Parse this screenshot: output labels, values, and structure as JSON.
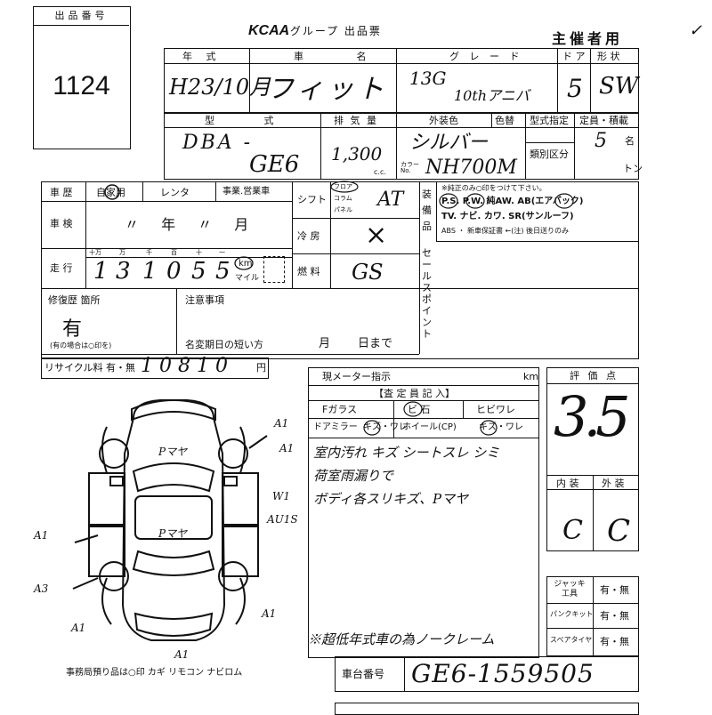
{
  "header": {
    "lot_label": "出品番号",
    "lot_number": "1124",
    "org": "KCAA",
    "org_suffix": ".グループ 出品票",
    "host": "主催者用",
    "corner_mark": "✓"
  },
  "row1": {
    "year_h": "年 式",
    "name_h": "車 名",
    "grade_h": "グ レ ー ド",
    "doors_h": "ド ア",
    "shape_h": "形 状",
    "year_val": "H23/10月",
    "name_val": "フィット",
    "grade_val1": "13G",
    "grade_val2": "10thアニバ",
    "doors_val": "5",
    "shape_val": "SW"
  },
  "row2": {
    "model_h": "型 式",
    "disp_h": "排 気 量",
    "ext_h": "外装色",
    "int_h": "色替",
    "type_spec_h": "型式指定",
    "cap_h": "定員・積載",
    "model_val1": "DBA -",
    "model_val2": "GE6",
    "disp_val": "1,300",
    "cc": "c.c.",
    "color_val": "シルバー",
    "color_no_h": "カラー No.",
    "color_no_val": "NH700M",
    "class_h": "類別区分",
    "cap_val": "5",
    "cap_unit": "名",
    "ton_unit": "トン"
  },
  "history": {
    "h": "車 歴",
    "opts": "自家用",
    "rental": "レンタ",
    "biz": "事業.営業車",
    "inspect_h": "車 検",
    "inspect_val": "〃 年 〃 月",
    "mileage_h": "走 行",
    "digit_labels": [
      "十万",
      "万",
      "千",
      "百",
      "十",
      "一"
    ],
    "mileage_digits": [
      "1",
      "3",
      "1",
      "0",
      "5",
      "5"
    ],
    "km": "km",
    "mile": "マイル",
    "repair_h": "修復歴 箇所",
    "repair_val": "有",
    "repair_note": "(有の場合は○印を)",
    "notes_h": "注意事項",
    "name_change": "名変期日の短い方",
    "month": "月",
    "day": "日まで",
    "recycle_h": "リサイクル料 有・無",
    "recycle_val": "10810",
    "yen": "円"
  },
  "mech": {
    "shift_h": "シフト",
    "shift_opts": [
      "フロア",
      "コラム",
      "パネル"
    ],
    "shift_val": "AT",
    "ac_h": "冷 房",
    "ac_val": "×",
    "fuel_h": "燃 料",
    "fuel_val": "GS",
    "sell_point": "セールスポイント"
  },
  "equip": {
    "h": "装備品",
    "note": "※純正のみ○印をつけて下さい。",
    "line1": "P.S. P.W. 純AW. AB(エアバック)",
    "line2": "TV. ナビ. カワ. SR(サンルーフ)",
    "line3": "ABS ・ 新車保証書 ←(注) 後日送りのみ"
  },
  "inspect": {
    "meter_h": "現メーター指示",
    "km": "km",
    "inspector_h": "【査 定 員 記 入】",
    "glass": "Fガラス",
    "chip": "ビ 石",
    "crack": "ヒビワレ",
    "mirror": "ドアミラー",
    "mirror_opt": "キズ・ワレ",
    "wheel": "ホイール(CP)",
    "wheel_opt": "キズ・ワレ",
    "notes": [
      "室内汚れ キズ シートスレ シミ",
      "荷室雨漏りで",
      "ボディ各スリキズ、Pマヤ"
    ],
    "bottom_note": "※超低年式車の為ノークレーム"
  },
  "rating": {
    "h": "評 価 点",
    "score": "3.5",
    "int_h": "内 装",
    "ext_h": "外 装",
    "int_val": "C",
    "ext_val": "C",
    "jack_h": "ジャッキ 工具",
    "puncture_h": "パンクキット",
    "spare_h": "スペアタイヤ",
    "yesno": "有・無"
  },
  "chassis": {
    "h": "車台番号",
    "val": "GE6-1559505"
  },
  "diagram": {
    "marks": [
      "A1",
      "A1",
      "A1",
      "A3",
      "A1",
      "A1",
      "W1",
      "AU1S",
      "A1",
      "Pマヤ",
      "Pマヤ"
    ],
    "footer": "事務局預り品は○印 カギ リモコン ナビロム"
  }
}
